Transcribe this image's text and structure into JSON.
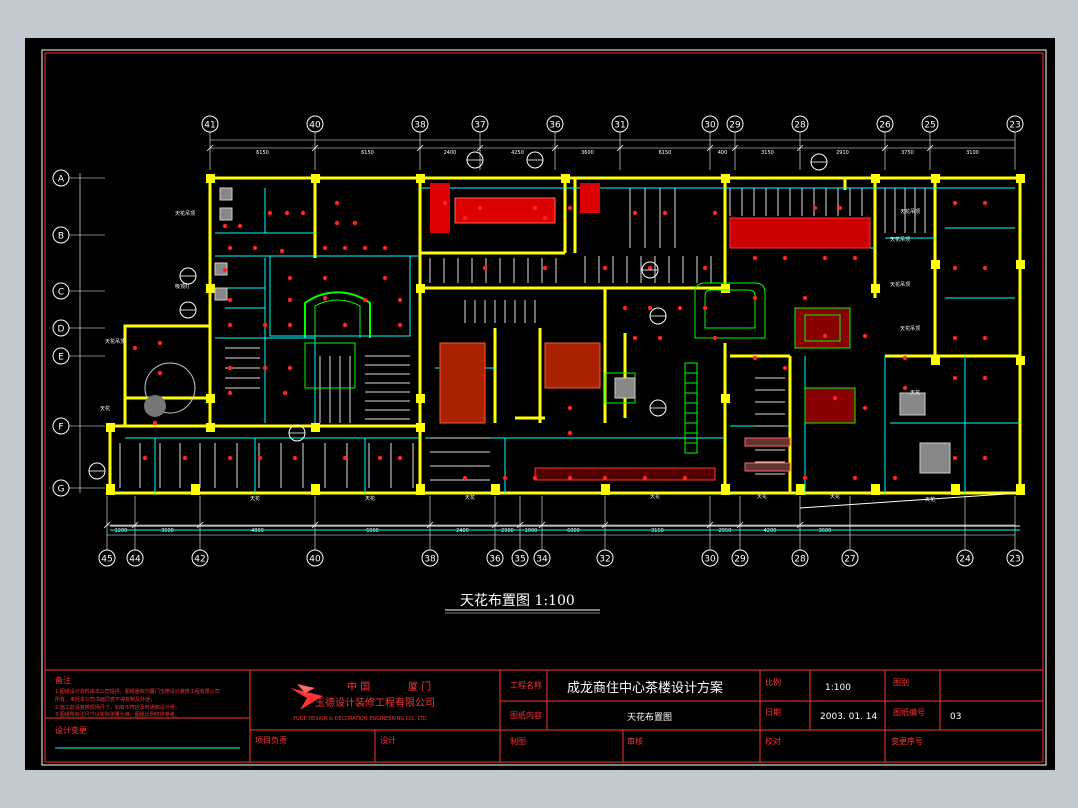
{
  "axes_top": [
    "41",
    "40",
    "38",
    "37",
    "36",
    "31",
    "30",
    "29",
    "28",
    "26",
    "25",
    "23"
  ],
  "axes_bottom": [
    "45",
    "44",
    "42",
    "40",
    "38",
    "36",
    "35",
    "34",
    "32",
    "30",
    "29",
    "28",
    "27",
    "24",
    "23"
  ],
  "axes_left": [
    "A",
    "B",
    "C",
    "D",
    "E",
    "F",
    "G"
  ],
  "dims_top": [
    "6150",
    "6150",
    "2400",
    "4250",
    "3600",
    "6150",
    "400",
    "3150",
    "2910",
    "3750",
    "3100"
  ],
  "dims_bottom": [
    "1200",
    "3600",
    "4800",
    "6000",
    "2400",
    "2900",
    "1000",
    "6000",
    "3150",
    "2950",
    "4200",
    "3600"
  ],
  "drawing_title": "天花布置图 1:100",
  "title_block": {
    "notes_heading": "备注",
    "notes": [
      "1.图纸设计资料由本公司提供，图纸版权归厦门玉德设计装修工程有限公司",
      "所有，未经本公司书面同意不得复制及外泄；",
      "2.施工前请复核现场尺寸，如有不符应及时通知设计师；",
      "3.图纸所标注尺寸以实际测量为准，图纸比例仅供参考。"
    ],
    "design_change": "设计变更",
    "company_line1_a": "中 国",
    "company_line1_b": "厦 门",
    "company_cn": "玉德设计装修工程有限公司",
    "company_en": "YUDE DESIGN & DECORATION ENGINEERING CO., LTD.",
    "project_label": "工程名称",
    "project_name": "成龙商住中心茶楼设计方案",
    "content_label": "图纸内容",
    "content_value": "天花布置图",
    "scale_label": "比例",
    "scale_value": "1:100",
    "sheet_label": "图别",
    "date_label": "日期",
    "date_value": "2003. 01. 14",
    "number_label": "图纸编号",
    "number_value": "03",
    "lead_label": "项目负责",
    "design_label": "设计",
    "draw_label": "制图",
    "review_label": "审核",
    "check_label": "校对",
    "change_no_label": "变更序号"
  }
}
